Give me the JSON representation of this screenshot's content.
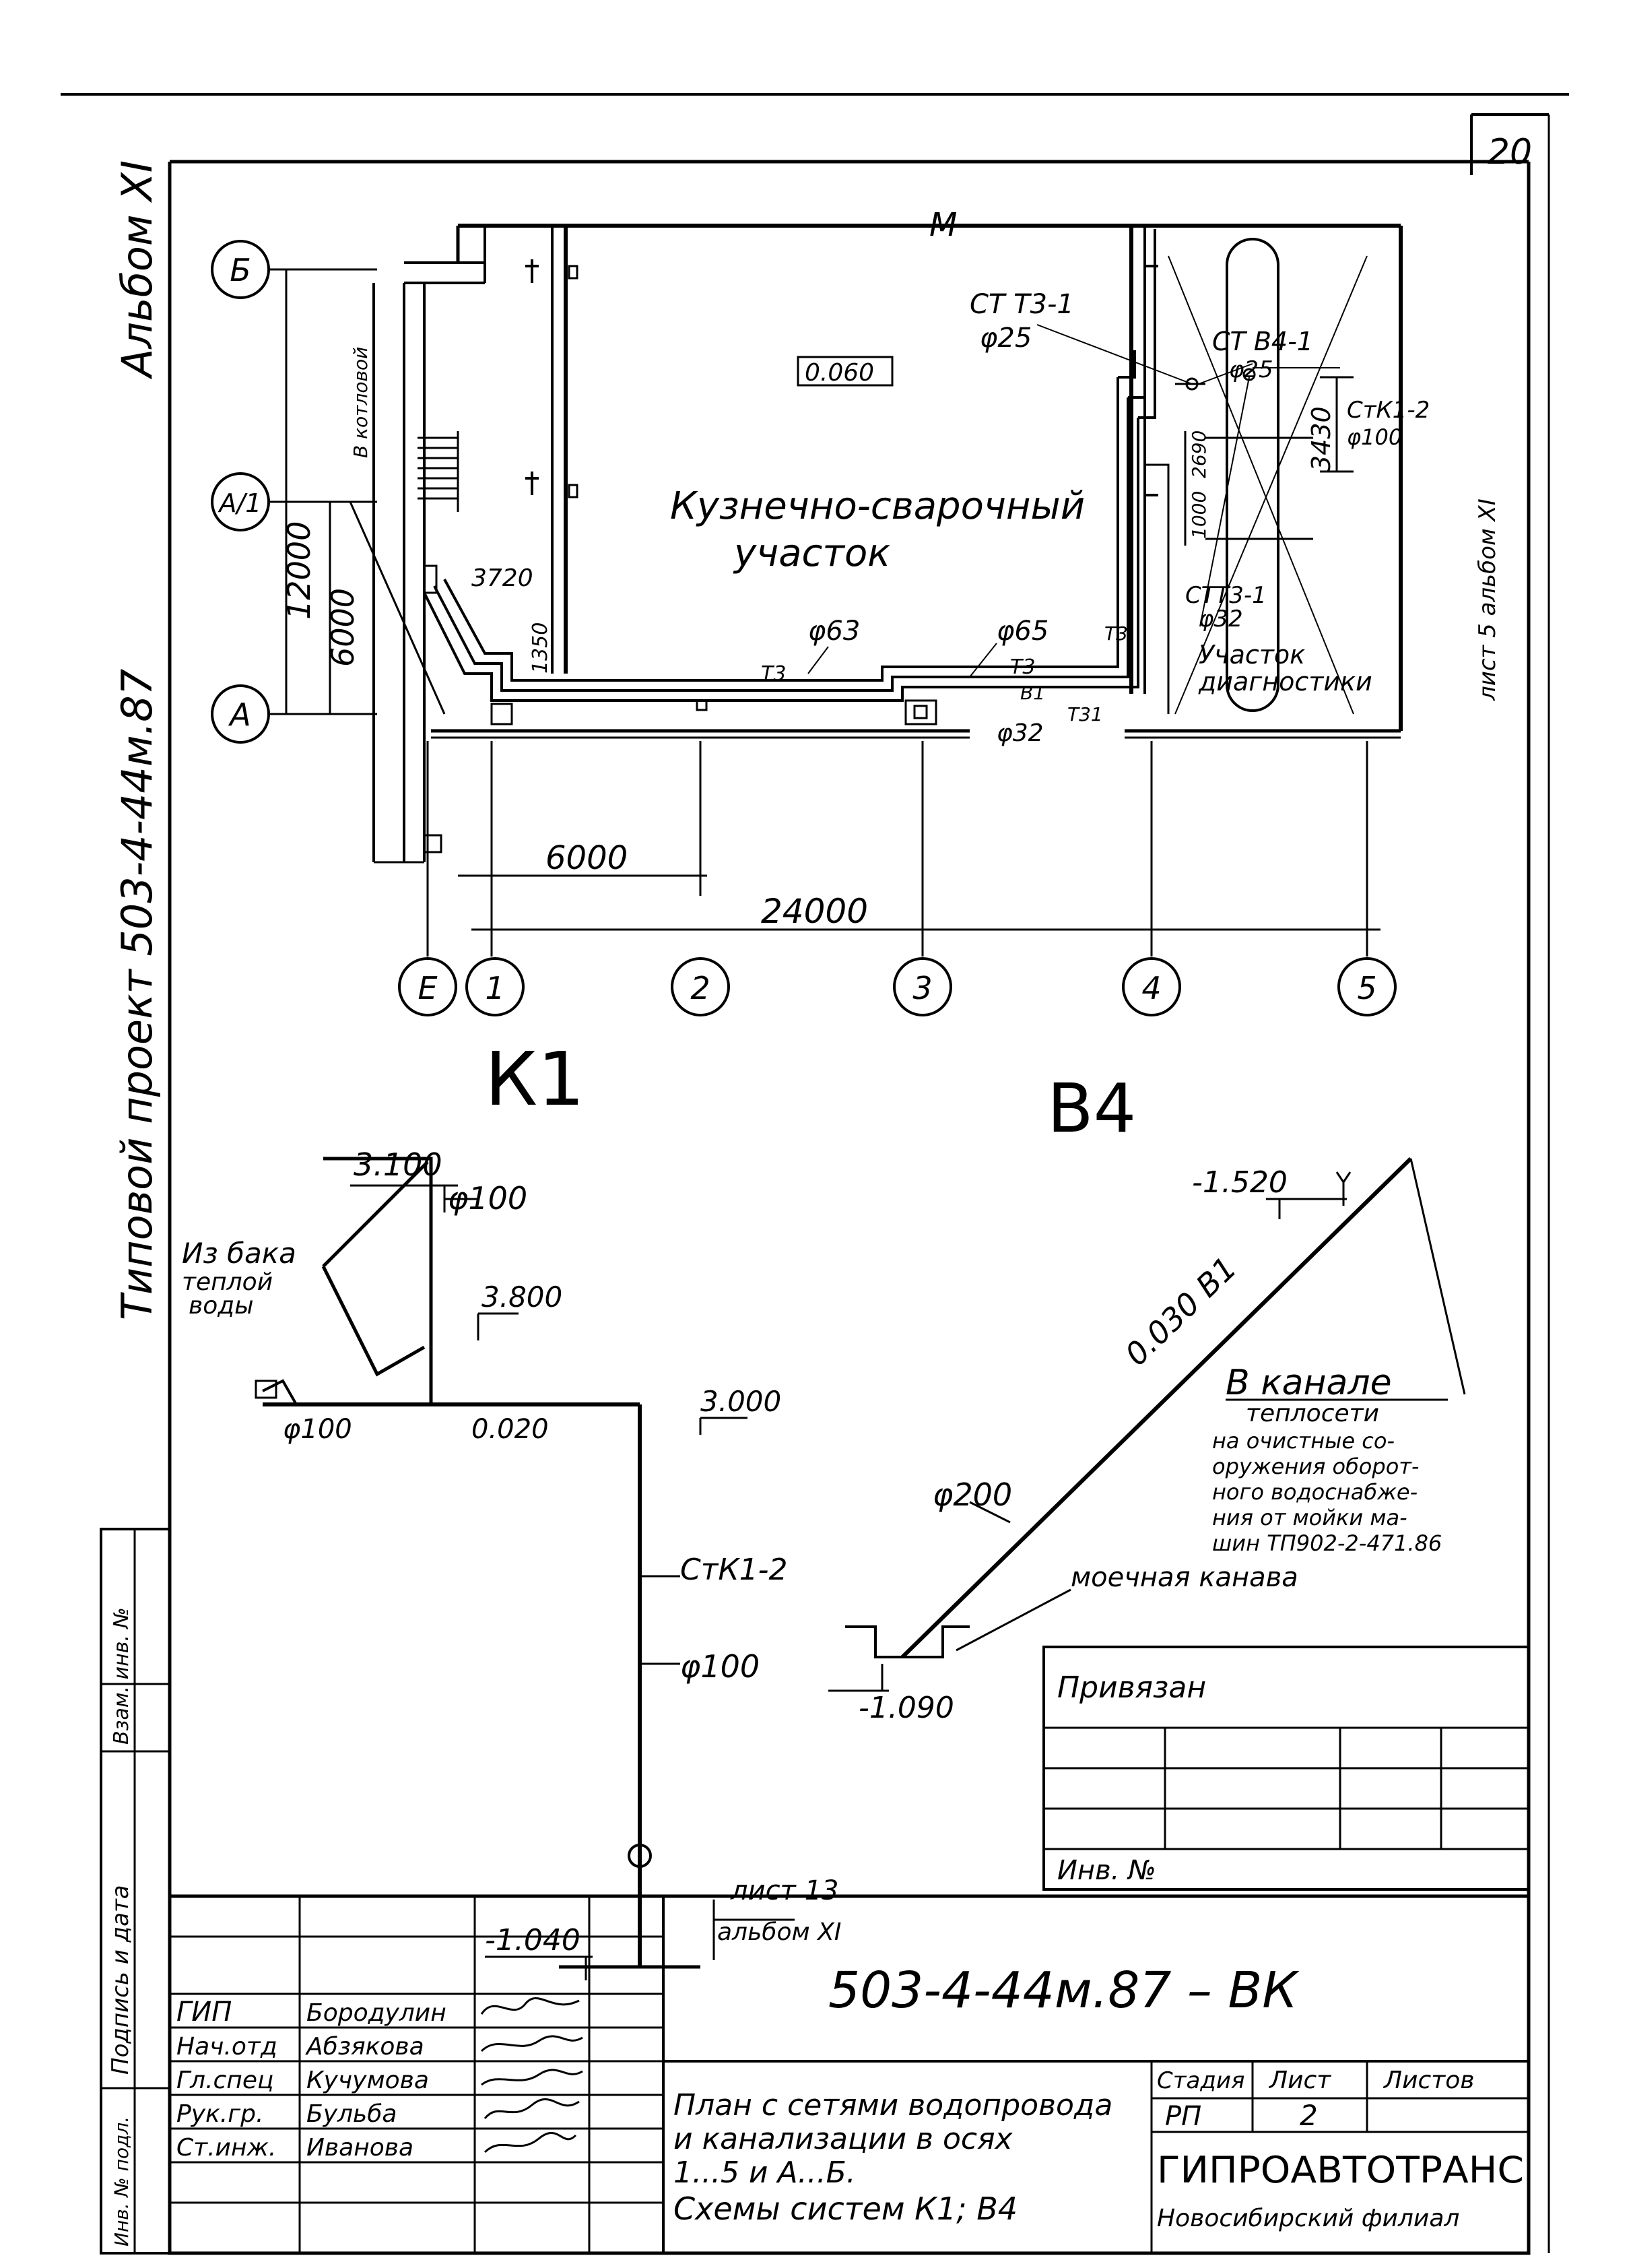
{
  "sheet_number": "20",
  "side_labels": {
    "album": "Альбом XI",
    "project": "Типовой проект 503-4-44м.87"
  },
  "plan": {
    "axis_letters": [
      "Б",
      "А/1",
      "А"
    ],
    "axis_numbers": [
      "Е",
      "1",
      "2",
      "3",
      "4",
      "5"
    ],
    "dims": {
      "d12000": "12000",
      "d6000": "6000",
      "d6000h": "6000",
      "d24000": "24000",
      "d3720": "3720",
      "d1350": "1350",
      "d3430": "3430",
      "d2690": "2690",
      "d1000": "1000",
      "top_mark": "М"
    },
    "level_mark": "0.060",
    "room_main_1": "Кузнечно-сварочный",
    "room_main_2": "участок",
    "room_diag_1": "Участок",
    "room_diag_2": "диагностики",
    "stair_note": "В котловой",
    "risers": {
      "stt3_1": "СТ Т3-1",
      "stt3_1_d": "φ25",
      "stv4_1": "СТ В4-1",
      "stv4_1_d": "φ25",
      "stk1_2": "СтК1-2",
      "stk1_2_d": "φ100",
      "stt31": "СТТ3-1",
      "stt31_d": "φ32",
      "sheet_ref": "лист 5 альбом XI"
    },
    "pipes": {
      "d63": "φ63",
      "d65": "φ65",
      "d32": "φ32",
      "t3a": "Т3",
      "t3b": "Т3",
      "t3c": "Т3",
      "b1": "В1",
      "t31": "Т31"
    }
  },
  "k1": {
    "title": "К1",
    "lvl_3100": "3.100",
    "lvl_3800": "3.800",
    "lvl_3000": "3.000",
    "lvl_m1040": "-1.040",
    "d100_top": "φ100",
    "d100_mid": "φ100",
    "d100_left": "φ100",
    "slope": "0.020",
    "from_tank_1": "Из бака",
    "from_tank_2": "теплой",
    "from_tank_3": "воды",
    "riser": "СтК1-2",
    "ref_1": "лист 13",
    "ref_2": "альбом XI"
  },
  "b4": {
    "title": "В4",
    "lvl_m1520": "-1.520",
    "lvl_m1090": "-1.090",
    "d200": "φ200",
    "slope": "0.030 В1",
    "canal_title": "В канале",
    "canal_lines": [
      "теплосети",
      "на очистные со-",
      "оружения оборот-",
      "ного водоснабже-",
      "ния от мойки ма-",
      "шин ТП902-2-471.86"
    ],
    "wash_canal": "моечная канава"
  },
  "privyazan": {
    "title": "Привязан",
    "inv_no": "Инв. №"
  },
  "left_strip": [
    "Инв. № подл.",
    "Подпись и дата",
    "Взам. инв. №"
  ],
  "title_block": {
    "code": "503-4-44м.87 – ВК",
    "roles": [
      {
        "role": "ГИП",
        "name": "Бородулин"
      },
      {
        "role": "Нач.отд",
        "name": "Абзякова"
      },
      {
        "role": "Гл.спец",
        "name": "Кучумова"
      },
      {
        "role": "Рук.гр.",
        "name": "Бульба"
      },
      {
        "role": "Ст.инж.",
        "name": "Иванова"
      }
    ],
    "desc": [
      "План с сетями водопровода",
      "и канализации в осях",
      "1...5 и А...Б.",
      "Схемы систем К1; В4"
    ],
    "stage_h": "Стадия",
    "sheet_h": "Лист",
    "sheets_h": "Листов",
    "stage": "РП",
    "sheet": "2",
    "org": "ГИПРОАВТОТРАНС",
    "branch": "Новосибирский филиал"
  }
}
